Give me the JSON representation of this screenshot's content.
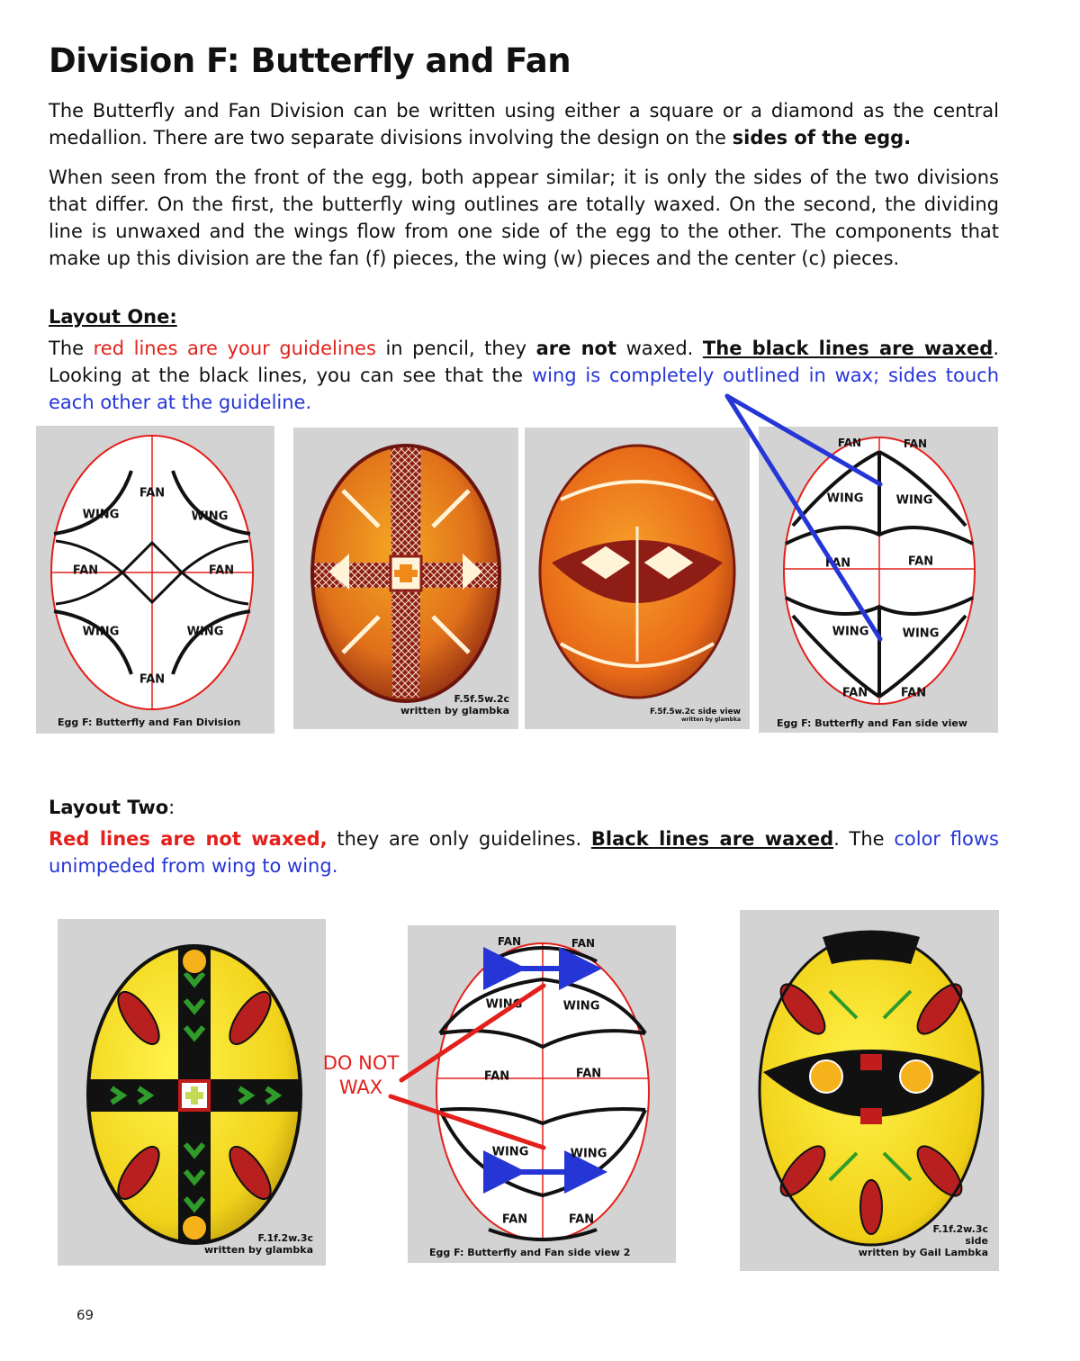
{
  "title": "Division F: Butterfly and Fan",
  "intro": {
    "p1_a": "The Butterfly and Fan Division can be written using either a square or a diamond as the central medallion.  There are two separate divisions involving the design on the ",
    "p1_b": "sides of the egg.",
    "p2": "When seen from the front of the egg, both appear similar; it is only the sides of the two divisions that differ. On the first, the butterfly wing outlines are totally waxed. On the second, the dividing line is unwaxed and the wings flow from one side of the egg to the other.  The components that make up this division are the fan (f) pieces, the wing (w) pieces and the center (c) pieces."
  },
  "layout_one": {
    "heading": "Layout One:",
    "t1": "The ",
    "t2": "red lines are your guidelines",
    "t3": " in pencil, they ",
    "t4": "are not",
    "t5": " waxed. ",
    "t6": "The black lines are waxed",
    "t7": ". Looking at the black lines, you can see that the ",
    "t8": "wing is completely outlined in wax; sides touch each other at the guideline."
  },
  "layout_two": {
    "heading": "Layout Two",
    "colon": ":",
    "t1": "Red lines are not waxed,",
    "t2": " they are only guidelines. ",
    "t3": "Black lines are waxed",
    "t4": ". The ",
    "t5": "color flows unimpeded from wing to wing."
  },
  "diagram1": {
    "labels": {
      "fan": "FAN",
      "wing": "WING"
    },
    "caption": "Egg F: Butterfly and Fan Division"
  },
  "photo1": {
    "caption1": "F.5f.5w.2c",
    "caption2": "written by glambka"
  },
  "photo2": {
    "caption1": "F.5f.5w.2c side view",
    "caption2": "written by glambka"
  },
  "diagram2": {
    "labels": {
      "fan": "FAN",
      "wing": "WING"
    },
    "caption": "Egg F: Butterfly and Fan side view"
  },
  "photo3": {
    "caption1": "F.1f.2w.3c",
    "caption2": "written by glambka"
  },
  "donot": {
    "line1": "DO NOT",
    "line2": "WAX"
  },
  "diagram3": {
    "labels": {
      "fan": "FAN",
      "wing": "WING"
    },
    "caption": "Egg F: Butterfly and Fan side view 2"
  },
  "photo4": {
    "caption1": "F.1f.2w.3c",
    "caption2": "side",
    "caption3": "written by Gail Lambka"
  },
  "page_number": "69",
  "colors": {
    "guideline_red": "#e3201b",
    "highlight_blue": "#2535d6",
    "panel_gray": "#d3d3d3"
  }
}
